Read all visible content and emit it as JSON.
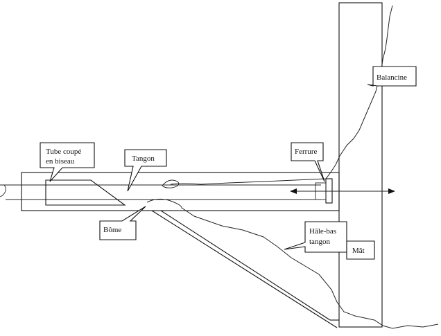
{
  "labels": {
    "tube_coupe_line1": "Tube coupé",
    "tube_coupe_line2": "en biseau",
    "tangon": "Tangon",
    "bome": "Bôme",
    "ferrure": "Ferrure",
    "balancine": "Balancine",
    "hale_bas_line1": "Hâle-bas",
    "hale_bas_line2": "tangon",
    "mat": "Mât"
  }
}
